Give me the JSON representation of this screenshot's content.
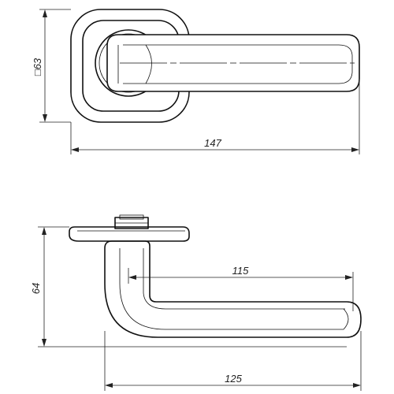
{
  "dimensions": {
    "rosette_size": "□63",
    "top_length": "147",
    "height": "64",
    "lever_length": "115",
    "bottom_length": "125"
  },
  "colors": {
    "line": "#111111",
    "background": "#ffffff"
  }
}
